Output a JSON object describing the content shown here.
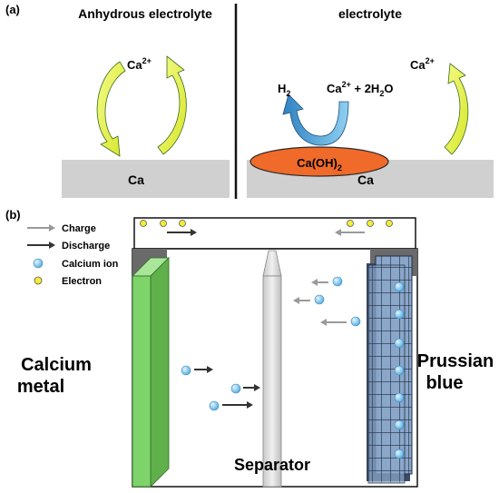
{
  "panel_a": {
    "label": "(a)",
    "left": {
      "title": "Anhydrous electrolyte",
      "ion": "Ca",
      "ion_sup": "2+",
      "substrate": "Ca"
    },
    "right": {
      "title": "electrolyte",
      "h2": "H",
      "h2_sub": "2",
      "reaction_part1": "Ca",
      "reaction_sup": "2+",
      "reaction_part2": " + 2H",
      "reaction_sub": "2",
      "reaction_part3": "O",
      "ion": "Ca",
      "ion_sup": "2+",
      "hydroxide": "Ca(OH)",
      "hydroxide_sub": "2",
      "substrate": "Ca"
    }
  },
  "panel_b": {
    "label": "(b)",
    "legend": {
      "charge": "Charge",
      "discharge": "Discharge",
      "calcium_ion": "Calcium ion",
      "electron": "Electron"
    },
    "anode_label_line1": "Calcium",
    "anode_label_line2": "metal",
    "cathode_label_line1": "Prussian",
    "cathode_label_line2": "blue",
    "separator_label": "Separator"
  },
  "colors": {
    "yellow_arrow": "#e8f24a",
    "blue_arrow": "#4ea3d9",
    "hydroxide": "#f06a2a",
    "substrate": "#d0d0d0",
    "anode": "#7ed36a",
    "ion": "#7cc8f0",
    "electron": "#f4ec3a"
  }
}
